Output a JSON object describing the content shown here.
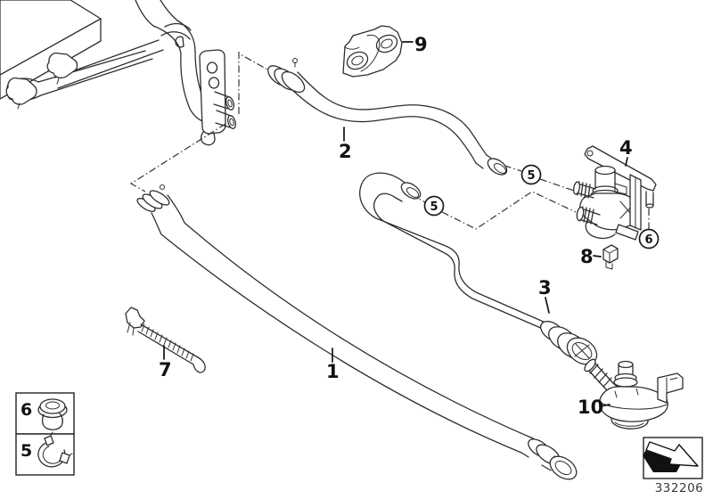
{
  "diagram": {
    "number": "332206"
  },
  "parts": {
    "hose1": {
      "label": "1"
    },
    "hose2": {
      "label": "2"
    },
    "hose3": {
      "label": "3"
    },
    "valve": {
      "label": "4"
    },
    "clamp": {
      "label": "5"
    },
    "grommet": {
      "label": "6"
    },
    "strap": {
      "label": "7"
    },
    "clip": {
      "label": "8"
    },
    "bracket": {
      "label": "9"
    },
    "pump": {
      "label": "10"
    }
  }
}
